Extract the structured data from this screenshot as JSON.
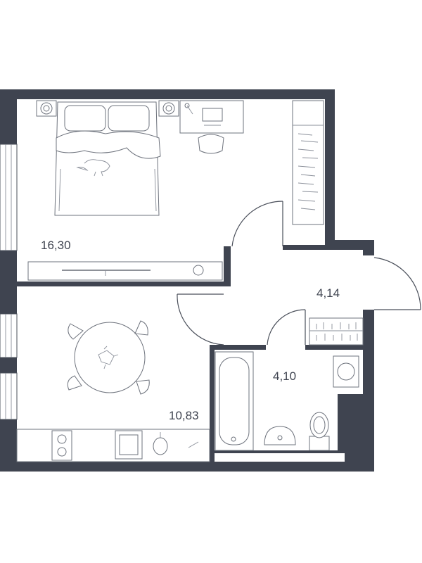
{
  "rooms": {
    "bedroom": {
      "area": "16,30"
    },
    "hall": {
      "area": "4,14"
    },
    "bathroom": {
      "area": "4,10"
    },
    "kitchen": {
      "area": "10,83"
    }
  },
  "colors": {
    "wall": "#3f4450",
    "line": "#4a4f5a",
    "background": "#ffffff"
  }
}
